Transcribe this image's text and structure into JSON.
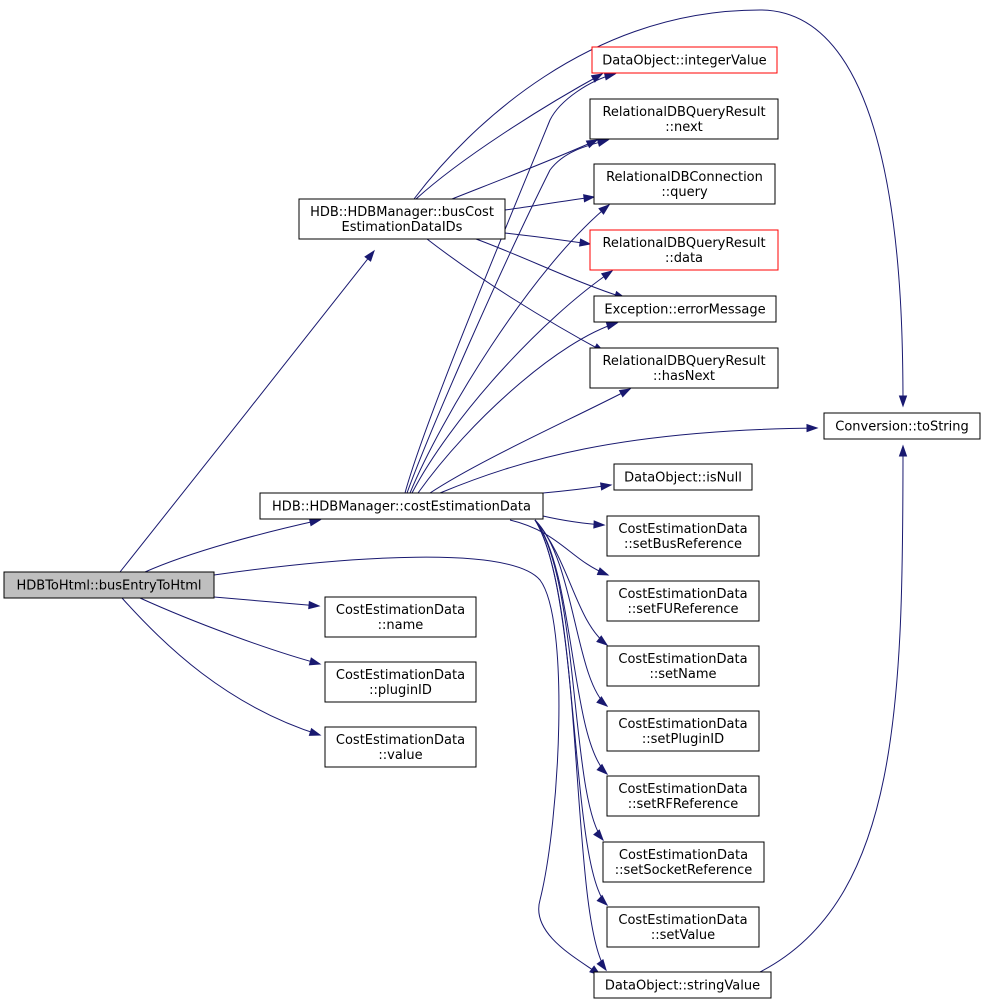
{
  "diagram": {
    "title": "",
    "colors": {
      "edge": "#191970",
      "node_border": "#000000",
      "node_border_highlight": "#ff0000",
      "root_fill": "#bfbfbf",
      "node_fill": "#ffffff"
    },
    "nodes": [
      {
        "id": "root",
        "lines": [
          "HDBToHtml::busEntryToHtml"
        ],
        "style": "root"
      },
      {
        "id": "busCost",
        "lines": [
          "HDB::HDBManager::busCost",
          "EstimationDataIDs"
        ],
        "style": "normal"
      },
      {
        "id": "costEst",
        "lines": [
          "HDB::HDBManager::costEstimationData"
        ],
        "style": "normal"
      },
      {
        "id": "ced_name",
        "lines": [
          "CostEstimationData",
          "::name"
        ],
        "style": "normal"
      },
      {
        "id": "ced_pluginID",
        "lines": [
          "CostEstimationData",
          "::pluginID"
        ],
        "style": "normal"
      },
      {
        "id": "ced_value",
        "lines": [
          "CostEstimationData",
          "::value"
        ],
        "style": "normal"
      },
      {
        "id": "intValue",
        "lines": [
          "DataObject::integerValue"
        ],
        "style": "highlight"
      },
      {
        "id": "qrNext",
        "lines": [
          "RelationalDBQueryResult",
          "::next"
        ],
        "style": "normal"
      },
      {
        "id": "connQuery",
        "lines": [
          "RelationalDBConnection",
          "::query"
        ],
        "style": "normal"
      },
      {
        "id": "qrData",
        "lines": [
          "RelationalDBQueryResult",
          "::data"
        ],
        "style": "highlight"
      },
      {
        "id": "errMsg",
        "lines": [
          "Exception::errorMessage"
        ],
        "style": "normal"
      },
      {
        "id": "qrHasNext",
        "lines": [
          "RelationalDBQueryResult",
          "::hasNext"
        ],
        "style": "normal"
      },
      {
        "id": "toString",
        "lines": [
          "Conversion::toString"
        ],
        "style": "normal"
      },
      {
        "id": "isNull",
        "lines": [
          "DataObject::isNull"
        ],
        "style": "normal"
      },
      {
        "id": "setBusRef",
        "lines": [
          "CostEstimationData",
          "::setBusReference"
        ],
        "style": "normal"
      },
      {
        "id": "setFURef",
        "lines": [
          "CostEstimationData",
          "::setFUReference"
        ],
        "style": "normal"
      },
      {
        "id": "setName",
        "lines": [
          "CostEstimationData",
          "::setName"
        ],
        "style": "normal"
      },
      {
        "id": "setPluginID",
        "lines": [
          "CostEstimationData",
          "::setPluginID"
        ],
        "style": "normal"
      },
      {
        "id": "setRFRef",
        "lines": [
          "CostEstimationData",
          "::setRFReference"
        ],
        "style": "normal"
      },
      {
        "id": "setSocketRef",
        "lines": [
          "CostEstimationData",
          "::setSocketReference"
        ],
        "style": "normal"
      },
      {
        "id": "setValue",
        "lines": [
          "CostEstimationData",
          "::setValue"
        ],
        "style": "normal"
      },
      {
        "id": "strValue",
        "lines": [
          "DataObject::stringValue"
        ],
        "style": "normal"
      }
    ],
    "edges": [
      {
        "from": "root",
        "to": "busCost"
      },
      {
        "from": "root",
        "to": "costEst"
      },
      {
        "from": "root",
        "to": "ced_name"
      },
      {
        "from": "root",
        "to": "ced_pluginID"
      },
      {
        "from": "root",
        "to": "ced_value"
      },
      {
        "from": "root",
        "to": "strValue"
      },
      {
        "from": "busCost",
        "to": "intValue"
      },
      {
        "from": "busCost",
        "to": "qrNext"
      },
      {
        "from": "busCost",
        "to": "connQuery"
      },
      {
        "from": "busCost",
        "to": "qrData"
      },
      {
        "from": "busCost",
        "to": "errMsg"
      },
      {
        "from": "busCost",
        "to": "qrHasNext"
      },
      {
        "from": "busCost",
        "to": "toString"
      },
      {
        "from": "costEst",
        "to": "intValue"
      },
      {
        "from": "costEst",
        "to": "qrNext"
      },
      {
        "from": "costEst",
        "to": "connQuery"
      },
      {
        "from": "costEst",
        "to": "qrData"
      },
      {
        "from": "costEst",
        "to": "errMsg"
      },
      {
        "from": "costEst",
        "to": "qrHasNext"
      },
      {
        "from": "costEst",
        "to": "toString"
      },
      {
        "from": "costEst",
        "to": "isNull"
      },
      {
        "from": "costEst",
        "to": "setBusRef"
      },
      {
        "from": "costEst",
        "to": "setFURef"
      },
      {
        "from": "costEst",
        "to": "setName"
      },
      {
        "from": "costEst",
        "to": "setPluginID"
      },
      {
        "from": "costEst",
        "to": "setRFRef"
      },
      {
        "from": "costEst",
        "to": "setSocketRef"
      },
      {
        "from": "costEst",
        "to": "setValue"
      },
      {
        "from": "costEst",
        "to": "strValue"
      },
      {
        "from": "strValue",
        "to": "toString"
      }
    ]
  }
}
